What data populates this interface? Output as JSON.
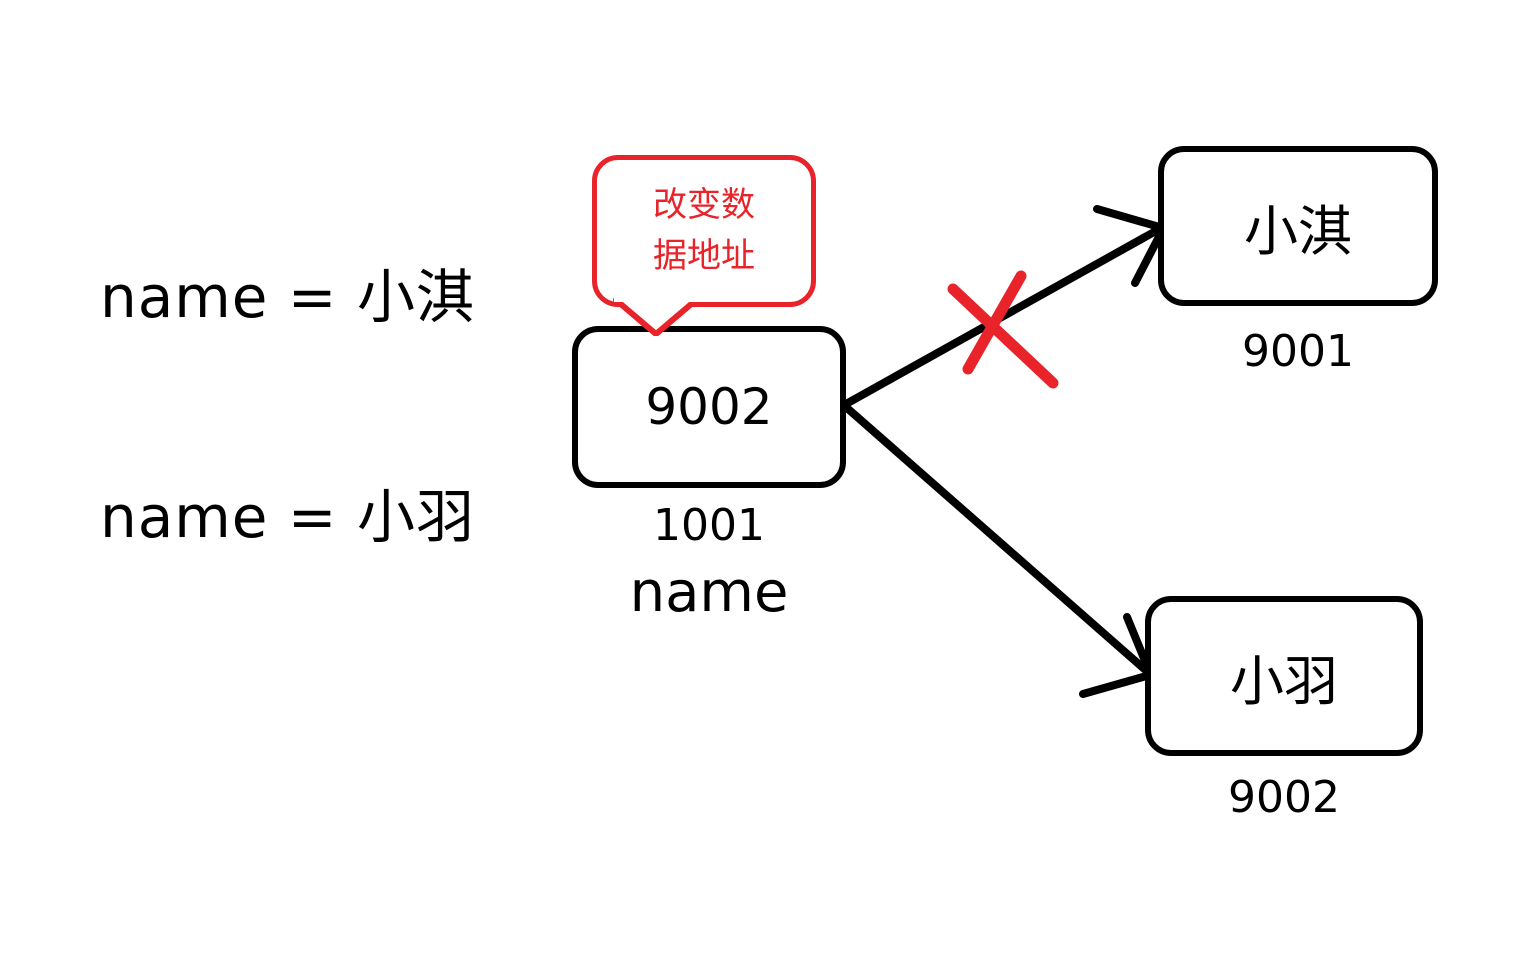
{
  "diagram": {
    "title_absent": true,
    "statements": [
      {
        "id": "stmt-1",
        "text": "name = 小淇"
      },
      {
        "id": "stmt-2",
        "text": "name = 小羽"
      }
    ],
    "callout": {
      "color": "#e8232a",
      "lines": [
        "改变数",
        "据地址"
      ]
    },
    "nodes": {
      "variable": {
        "value": "9002",
        "address": "1001",
        "name": "name"
      },
      "old_object": {
        "value": "小淇",
        "address": "9001"
      },
      "new_object": {
        "value": "小羽",
        "address": "9002"
      }
    },
    "edges": [
      {
        "id": "edge-old",
        "from": "variable",
        "to": "old_object",
        "invalidated": true,
        "mark": "red-x",
        "mark_color": "#e8232a"
      },
      {
        "id": "edge-new",
        "from": "variable",
        "to": "new_object",
        "invalidated": false,
        "mark": "none"
      }
    ],
    "colors": {
      "stroke": "#000000",
      "accent": "#e8232a",
      "background": "#ffffff"
    }
  }
}
